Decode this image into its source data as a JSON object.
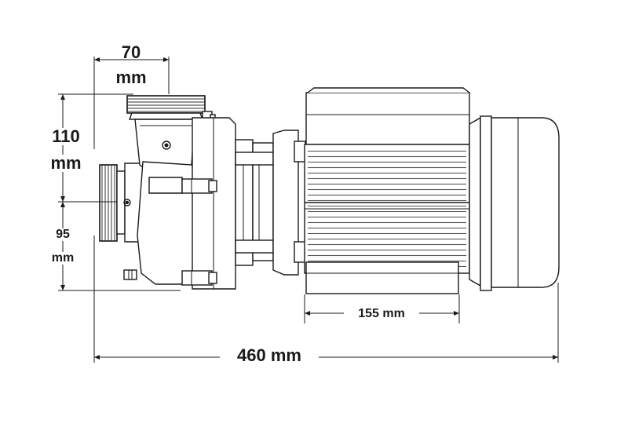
{
  "dimensions": {
    "inlet_width": "70",
    "inlet_width_unit": "mm",
    "top_height": "110",
    "top_height_unit": "mm",
    "bottom_height": "95",
    "bottom_height_unit": "mm",
    "motor_base": "155 mm",
    "overall_length": "460 mm"
  },
  "colors": {
    "line": "#1a1a1a",
    "fill": "#ffffff",
    "fin": "#555555"
  }
}
